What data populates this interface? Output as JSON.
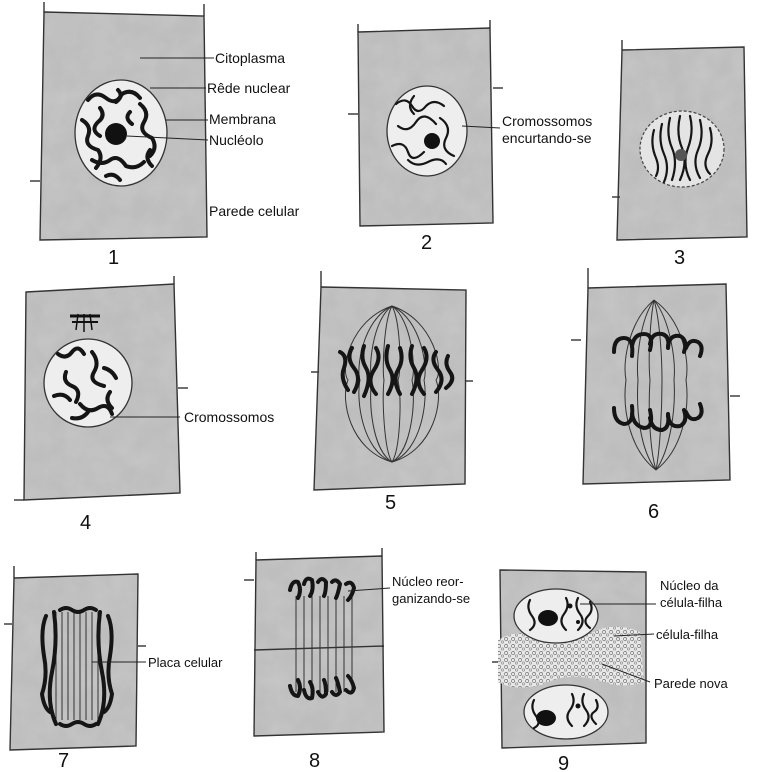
{
  "panels": [
    {
      "id": "1",
      "number": "1"
    },
    {
      "id": "2",
      "number": "2"
    },
    {
      "id": "3",
      "number": "3"
    },
    {
      "id": "4",
      "number": "4"
    },
    {
      "id": "5",
      "number": "5"
    },
    {
      "id": "6",
      "number": "6"
    },
    {
      "id": "7",
      "number": "7"
    },
    {
      "id": "8",
      "number": "8"
    },
    {
      "id": "9",
      "number": "9"
    }
  ],
  "labels": {
    "citoplasma": "Citoplasma",
    "rede_nuclear": "Rêde nuclear",
    "membrana": "Membrana",
    "nucleolo": "Nucléolo",
    "parede_celular": "Parede celular",
    "cromossomos_encurtando_1": "Cromossomos",
    "cromossomos_encurtando_2": "encurtando-se",
    "cromossomos": "Cromossomos",
    "placa_celular": "Placa celular",
    "nucleo_reorg_1": "Núcleo reor-",
    "nucleo_reorg_2": "ganizando-se",
    "nucleo_filha_1": "Núcleo da",
    "nucleo_filha_2": "célula-filha",
    "celula_filha": "célula-filha",
    "parede_nova": "Parede nova"
  },
  "colors": {
    "cell_fill": "#b9b9b9",
    "nucleus_fill": "#eeeeee",
    "chromosome": "#151515"
  }
}
